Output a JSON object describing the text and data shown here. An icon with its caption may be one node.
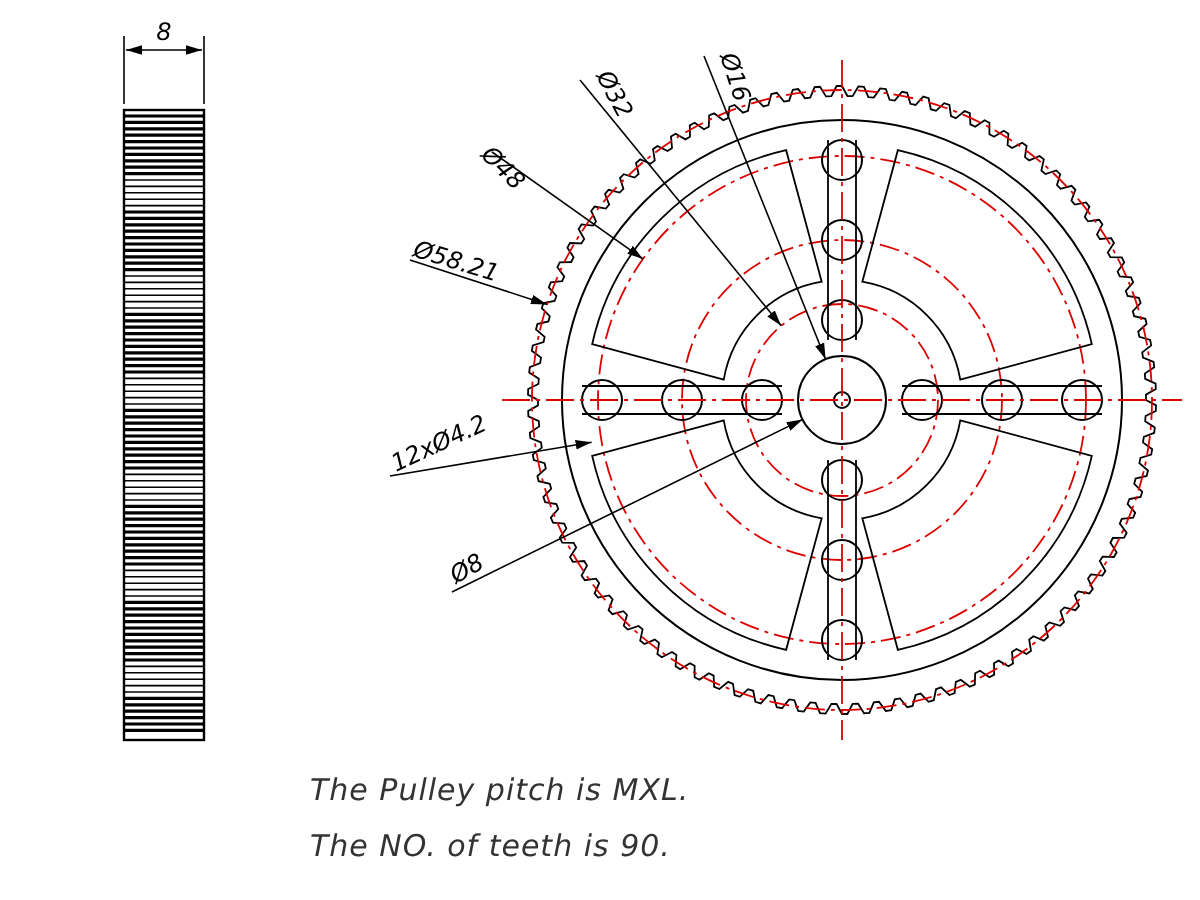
{
  "diagram": {
    "labels": [
      "8",
      "Ø32",
      "Ø16",
      "Ø48",
      "Ø58.21",
      "12xØ4.2",
      "Ø8",
      "The Pulley pitch is MXL.",
      "The NO. of teeth is 90."
    ]
  }
}
